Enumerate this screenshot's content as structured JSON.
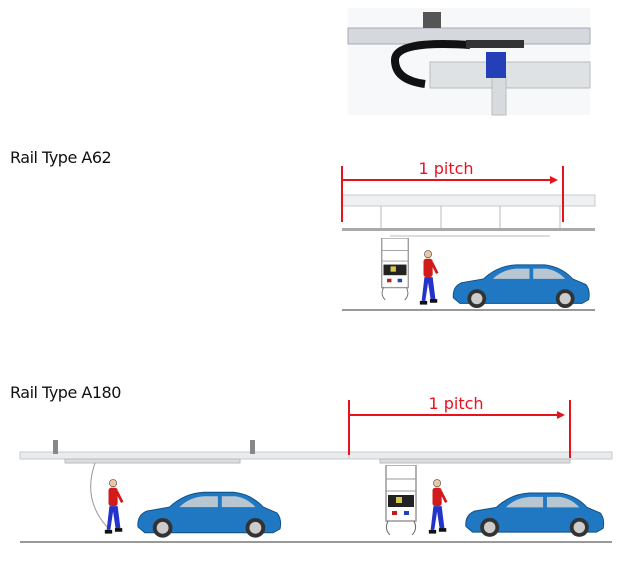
{
  "sections": [
    {
      "title": "Rail Type A62",
      "pitch_label": "1 pitch"
    },
    {
      "title": "Rail Type A180",
      "pitch_label": "1 pitch"
    }
  ],
  "colors": {
    "pitch_marker": "#e8121f",
    "car": "#1f78c1",
    "rail": "#c8cbcf",
    "person_shirt": "#d21a1a",
    "person_pants": "#2533c8"
  }
}
